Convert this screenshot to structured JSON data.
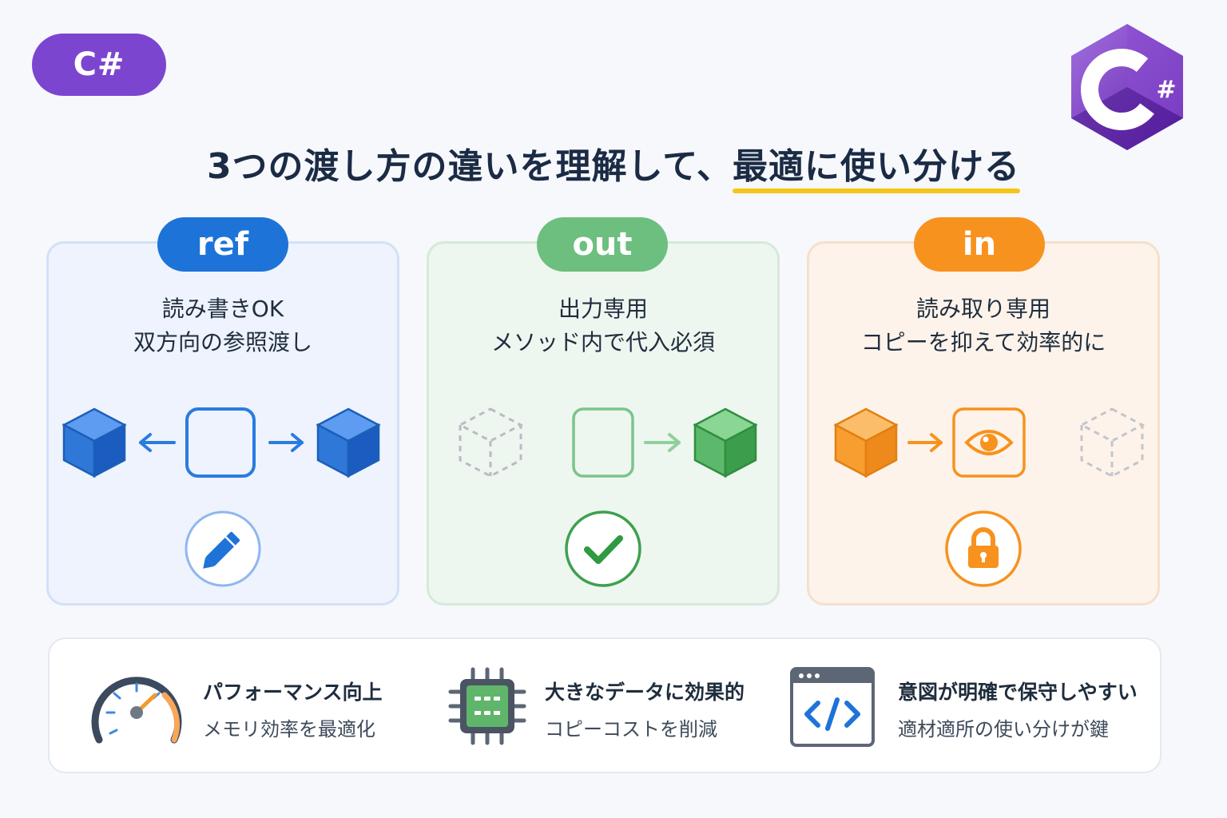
{
  "tag": {
    "label": "C#"
  },
  "logo": {
    "label": "#"
  },
  "headline": {
    "prefix": "3つの渡し方の違いを理解して、",
    "highlight": "最適に使い分ける"
  },
  "cards": [
    {
      "key": "ref",
      "badge": "ref",
      "line1": "読み書きOK",
      "line2": "双方向の参照渡し",
      "icon": "pencil-icon",
      "accent": "#1d73d8"
    },
    {
      "key": "out",
      "badge": "out",
      "line1": "出力専用",
      "line2": "メソッド内で代入必須",
      "icon": "check-icon",
      "accent": "#6cbf7e"
    },
    {
      "key": "in",
      "badge": "in",
      "line1": "読み取り専用",
      "line2": "コピーを抑えて効率的に",
      "icon": "lock-icon",
      "accent": "#f7921e"
    }
  ],
  "features": [
    {
      "title": "パフォーマンス向上",
      "subtitle": "メモリ効率を最適化",
      "icon": "speedometer-icon"
    },
    {
      "title": "大きなデータに効果的",
      "subtitle": "コピーコストを削減",
      "icon": "chip-icon"
    },
    {
      "title": "意図が明確で保守しやすい",
      "subtitle": "適材適所の使い分けが鍵",
      "icon": "code-window-icon"
    }
  ]
}
